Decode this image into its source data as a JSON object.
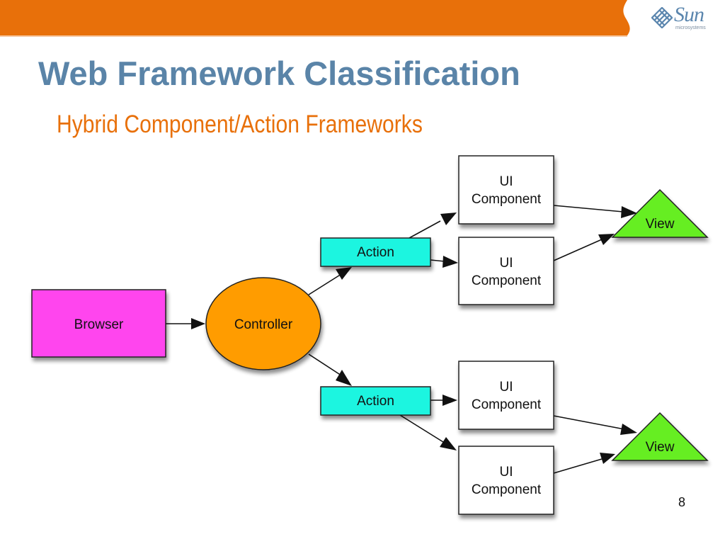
{
  "slide": {
    "title": "Web Framework Classification",
    "subtitle": "Hybrid Component/Action Frameworks",
    "page_number": "8"
  },
  "logo": {
    "icon": "sun-logo-icon",
    "name": "Sun",
    "tagline": "microsystems"
  },
  "colors": {
    "header_bar": "#E8700A",
    "title": "#5A84A8",
    "subtitle": "#E8700A",
    "browser": "#FF44EE",
    "controller": "#FF9C00",
    "action": "#1EF5E0",
    "ui_component": "#FFFFFF",
    "view": "#66EE22"
  },
  "diagram": {
    "nodes": {
      "browser": {
        "label": "Browser",
        "shape": "rectangle"
      },
      "controller": {
        "label": "Controller",
        "shape": "ellipse"
      },
      "action_top": {
        "label": "Action",
        "shape": "rectangle"
      },
      "action_bottom": {
        "label": "Action",
        "shape": "rectangle"
      },
      "ui_component_1": {
        "line1": "UI",
        "line2": "Component",
        "shape": "rectangle"
      },
      "ui_component_2": {
        "line1": "UI",
        "line2": "Component",
        "shape": "rectangle"
      },
      "ui_component_3": {
        "line1": "UI",
        "line2": "Component",
        "shape": "rectangle"
      },
      "ui_component_4": {
        "line1": "UI",
        "line2": "Component",
        "shape": "rectangle"
      },
      "view_top": {
        "label": "View",
        "shape": "triangle"
      },
      "view_bottom": {
        "label": "View",
        "shape": "triangle"
      }
    },
    "edges": [
      {
        "from": "browser",
        "to": "controller"
      },
      {
        "from": "controller",
        "to": "action_top"
      },
      {
        "from": "controller",
        "to": "action_bottom"
      },
      {
        "from": "action_top",
        "to": "ui_component_1"
      },
      {
        "from": "action_top",
        "to": "ui_component_2"
      },
      {
        "from": "action_bottom",
        "to": "ui_component_3"
      },
      {
        "from": "action_bottom",
        "to": "ui_component_4"
      },
      {
        "from": "ui_component_1",
        "to": "view_top"
      },
      {
        "from": "ui_component_2",
        "to": "view_top"
      },
      {
        "from": "ui_component_3",
        "to": "view_bottom"
      },
      {
        "from": "ui_component_4",
        "to": "view_bottom"
      }
    ]
  }
}
